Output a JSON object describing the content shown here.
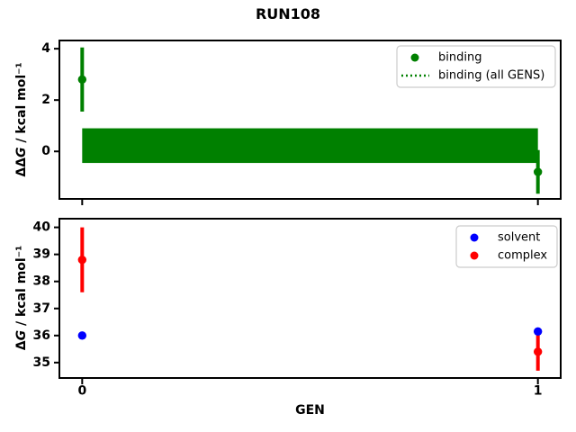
{
  "figure": {
    "title": "RUN108",
    "xlabel": "GEN",
    "background": "#ffffff",
    "axis_color": "#000000"
  },
  "chart_data": [
    {
      "type": "scatter",
      "subplot": "top",
      "ylabel": "ΔΔG / kcal mol⁻¹",
      "ylabel_segments": [
        {
          "text": "ΔΔ",
          "italic": false
        },
        {
          "text": "G",
          "italic": true
        },
        {
          "text": " / kcal mol⁻¹",
          "italic": false
        }
      ],
      "xlim": [
        -0.05,
        1.05
      ],
      "ylim": [
        -1.85,
        4.32
      ],
      "grid": false,
      "yticks": [
        {
          "value": 4,
          "label": "4"
        },
        {
          "value": 2,
          "label": "2"
        },
        {
          "value": 0,
          "label": "0"
        }
      ],
      "xticks": [
        {
          "value": 0,
          "label": "0"
        },
        {
          "value": 1,
          "label": "1"
        }
      ],
      "series": [
        {
          "name": "binding",
          "type": "errorbar-scatter",
          "color": "#008000",
          "x": [
            0,
            1
          ],
          "y": [
            2.8,
            -0.8
          ],
          "yerr": [
            1.25,
            0.85
          ]
        },
        {
          "name": "binding (all GENS)",
          "type": "band",
          "color": "#008000",
          "x": [
            0,
            1
          ],
          "center": 0.23,
          "top": 0.9,
          "bottom": -0.45
        }
      ],
      "legend": {
        "position": "upper right",
        "items": [
          {
            "label": "binding",
            "glyph": "dot",
            "color": "#008000"
          },
          {
            "label": "binding (all GENS)",
            "glyph": "dotted-line",
            "color": "#008000"
          }
        ]
      }
    },
    {
      "type": "scatter",
      "subplot": "bottom",
      "ylabel": "ΔG / kcal mol⁻¹",
      "ylabel_segments": [
        {
          "text": "Δ",
          "italic": false
        },
        {
          "text": "G",
          "italic": true
        },
        {
          "text": " / kcal mol⁻¹",
          "italic": false
        }
      ],
      "xlim": [
        -0.05,
        1.05
      ],
      "ylim": [
        34.43,
        40.32
      ],
      "grid": false,
      "yticks": [
        {
          "value": 40,
          "label": "40"
        },
        {
          "value": 39,
          "label": "39"
        },
        {
          "value": 38,
          "label": "38"
        },
        {
          "value": 37,
          "label": "37"
        },
        {
          "value": 36,
          "label": "36"
        },
        {
          "value": 35,
          "label": "35"
        }
      ],
      "xticks": [
        {
          "value": 0,
          "label": "0"
        },
        {
          "value": 1,
          "label": "1"
        }
      ],
      "series": [
        {
          "name": "solvent",
          "type": "errorbar-scatter",
          "color": "#0000ff",
          "x": [
            0,
            1
          ],
          "y": [
            36.0,
            36.15
          ],
          "yerr": [
            0.05,
            0.05
          ]
        },
        {
          "name": "complex",
          "type": "errorbar-scatter",
          "color": "#ff0000",
          "x": [
            0,
            1
          ],
          "y": [
            38.8,
            35.4
          ],
          "yerr": [
            1.2,
            0.7
          ]
        }
      ],
      "legend": {
        "position": "upper right",
        "items": [
          {
            "label": "solvent",
            "glyph": "dot",
            "color": "#0000ff"
          },
          {
            "label": "complex",
            "glyph": "dot",
            "color": "#ff0000"
          }
        ]
      }
    }
  ]
}
